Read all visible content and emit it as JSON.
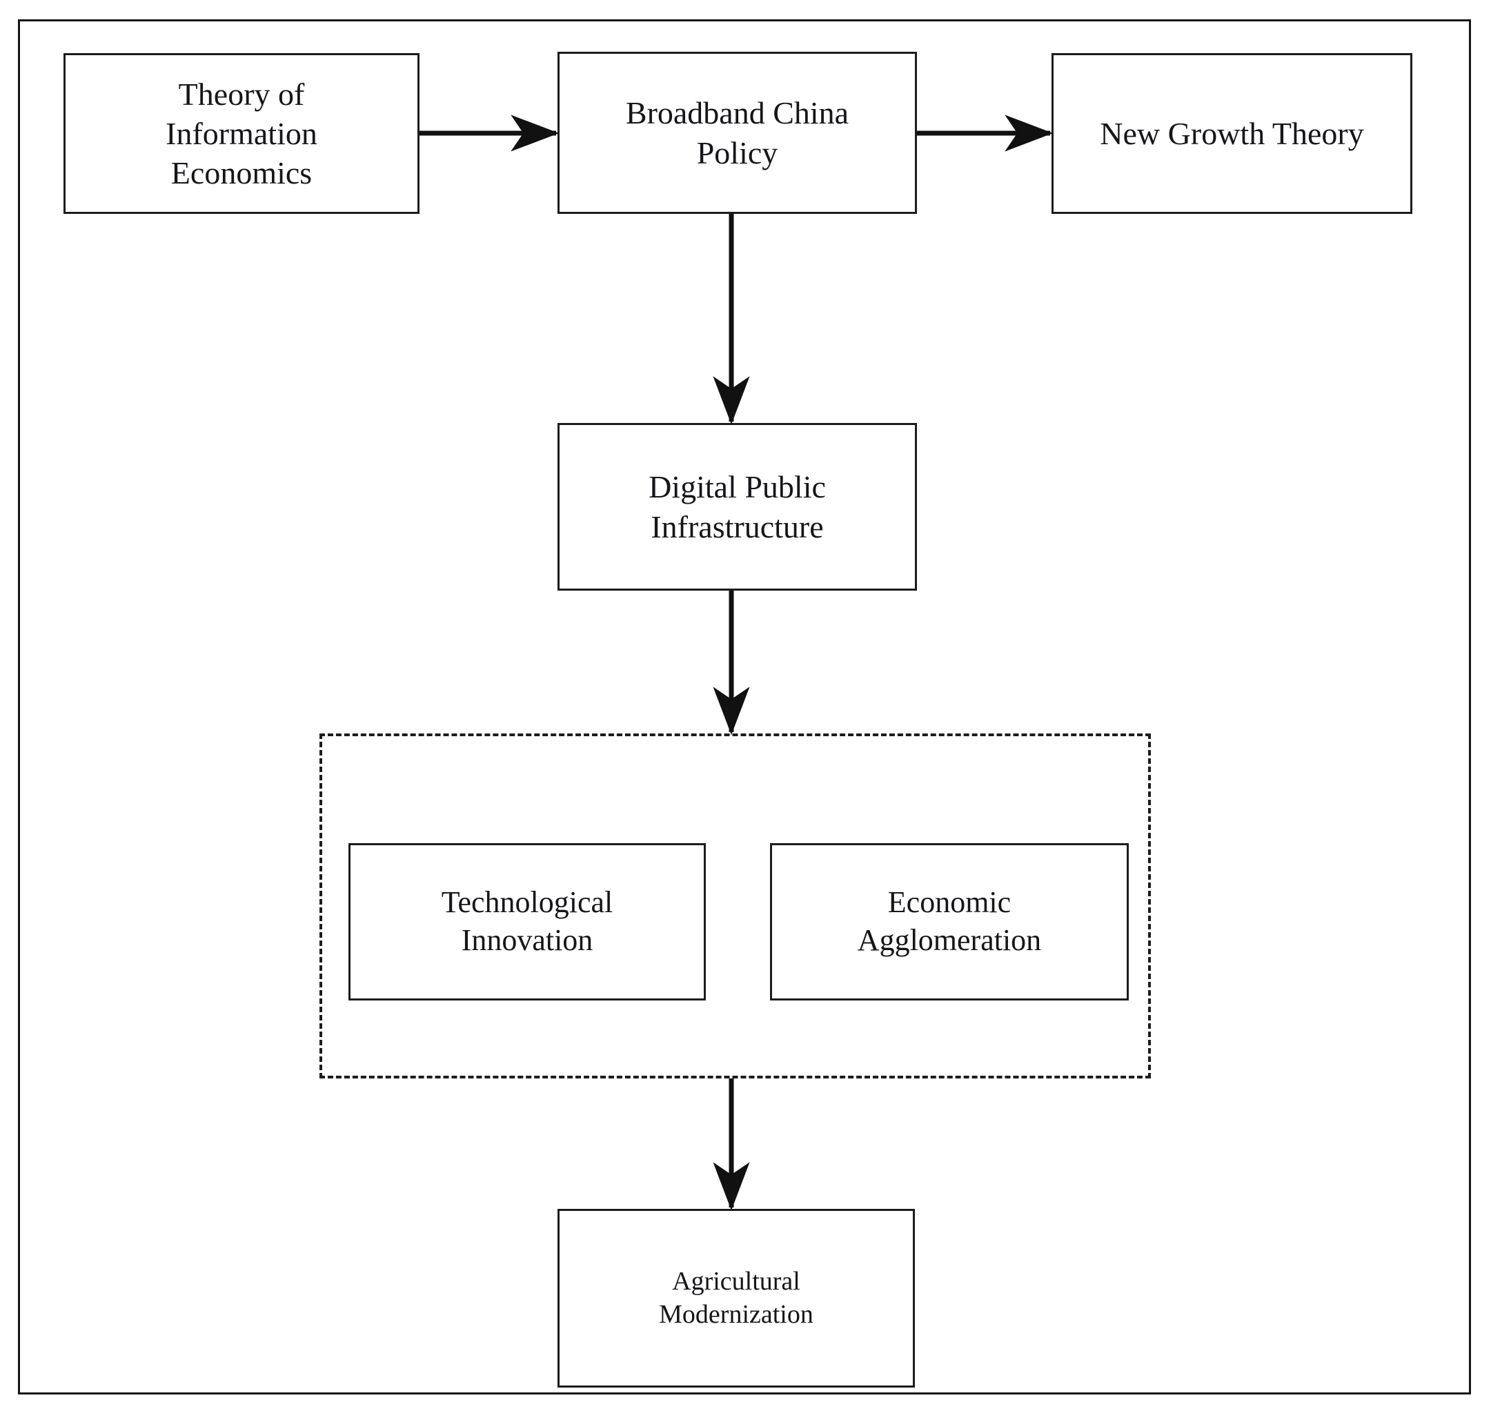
{
  "figure": {
    "type": "flowchart",
    "orientation": "top-down",
    "frame": {
      "border_color": "#161616"
    },
    "node_border_color": "#1c1c1c",
    "background_color": "#ffffff",
    "arrow_color": "#111111"
  },
  "nodes": {
    "theory_information_economics": {
      "label": "Theory of\nInformation\nEconomics"
    },
    "broadband_china_policy": {
      "label": "Broadband China\nPolicy"
    },
    "new_growth_theory": {
      "label": "New Growth Theory"
    },
    "digital_public_infrastructure": {
      "label": "Digital Public\nInfrastructure"
    },
    "technological_innovation": {
      "label": "Technological\nInnovation"
    },
    "economic_agglomeration": {
      "label": "Economic\nAgglomeration"
    },
    "agricultural_modernization": {
      "label": "Agricultural\nModernization"
    }
  },
  "group": {
    "mechanism_box": {
      "label": "",
      "style": "dashed"
    }
  },
  "edges": [
    {
      "from": "theory_information_economics",
      "to": "broadband_china_policy",
      "direction": "right"
    },
    {
      "from": "broadband_china_policy",
      "to": "new_growth_theory",
      "direction": "right"
    },
    {
      "from": "broadband_china_policy",
      "to": "digital_public_infrastructure",
      "direction": "down"
    },
    {
      "from": "digital_public_infrastructure",
      "to": "mechanism_box",
      "direction": "down"
    },
    {
      "from": "mechanism_box",
      "to": "agricultural_modernization",
      "direction": "down"
    }
  ]
}
